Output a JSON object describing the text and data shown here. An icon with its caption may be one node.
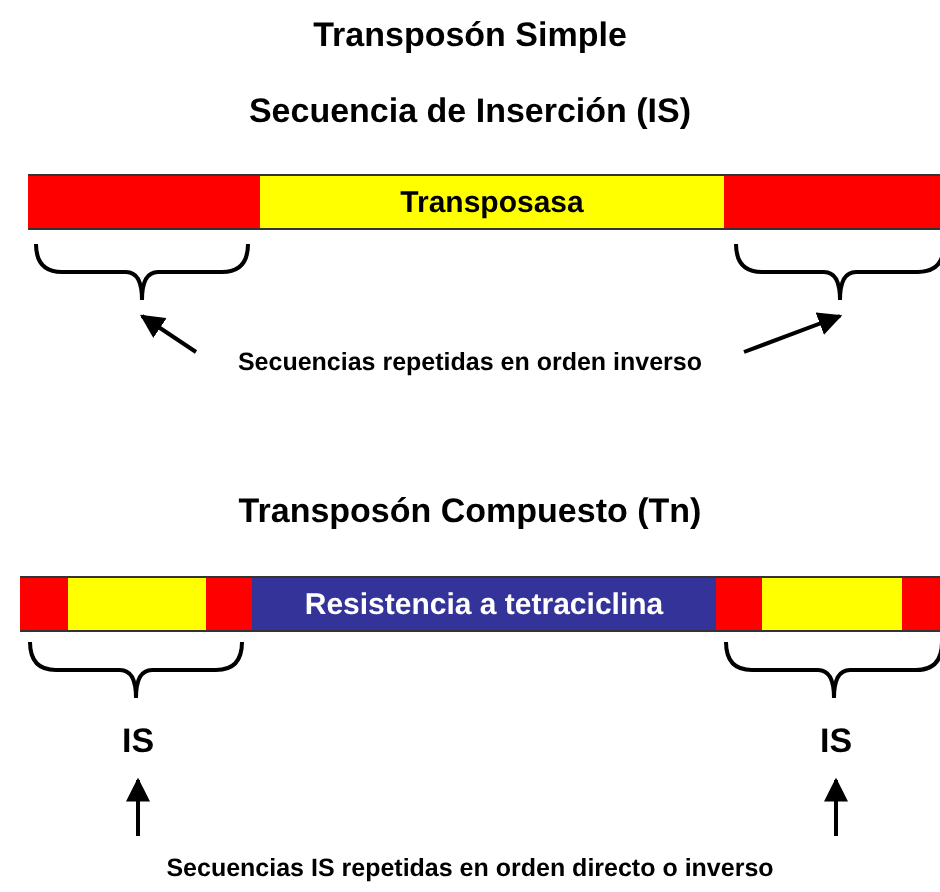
{
  "diagram": {
    "nodes": [
      {
        "text": [],
        "shape": "bar"
      },
      {
        "text": [
          "Transposasa"
        ]
      },
      {
        "text": [],
        "shape": "bar"
      },
      {
        "text": [],
        "shape": "bracket"
      },
      {
        "text": [],
        "shape": "bracket"
      },
      {
        "text": [
          "Secuencias repetidas en orden inverso"
        ]
      },
      {
        "text": [],
        "shape": "bar"
      },
      {
        "text": [],
        "shape": "bar"
      },
      {
        "text": [],
        "shape": "bar"
      },
      {
        "text": [
          "Resistencia a tetraciclina"
        ]
      },
      {
        "text": [],
        "shape": "bar"
      },
      {
        "text": [],
        "shape": "bar"
      },
      {
        "text": [],
        "shape": "bar"
      },
      {
        "text": [],
        "shape": "bracket"
      },
      {
        "text": [],
        "shape": "bracket"
      },
      {
        "text": [
          "IS"
        ]
      },
      {
        "text": [
          "IS"
        ]
      },
      {
        "text": [
          "Secuencias IS repetidas en orden directo o inverso"
        ]
      }
    ],
    "edges": [
      {
        "from": 5,
        "to": 3,
        "arrow": "to"
      },
      {
        "from": 5,
        "to": 4,
        "arrow": "to"
      },
      {
        "from": 17,
        "to": 15,
        "arrow": "to"
      },
      {
        "from": 17,
        "to": 16,
        "arrow": "to"
      }
    ],
    "labels": [
      "Transposón Simple",
      "Secuencia de Inserción (IS)",
      "Transposón Compuesto (Tn)"
    ]
  }
}
